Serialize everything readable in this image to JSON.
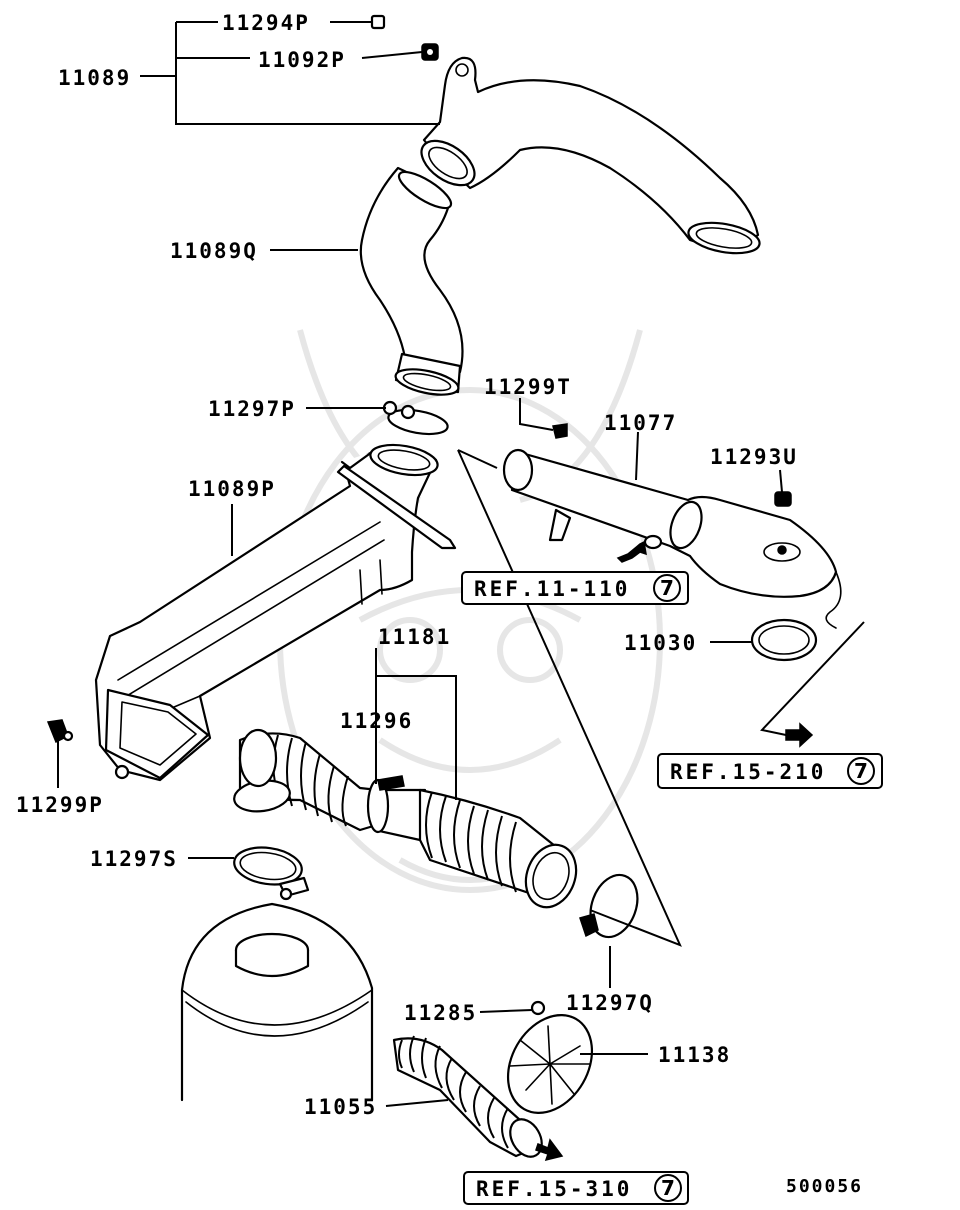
{
  "labels": {
    "p11089": "11089",
    "p11294P": "11294P",
    "p11092P": "11092P",
    "p11089Q": "11089Q",
    "p11297P": "11297P",
    "p11299T": "11299T",
    "p11077": "11077",
    "p11293U": "11293U",
    "p11089P": "11089P",
    "p11030": "11030",
    "p11181": "11181",
    "p11296": "11296",
    "p11299P": "11299P",
    "p11297S": "11297S",
    "p11297Q": "11297Q",
    "p11285": "11285",
    "p11138": "11138",
    "p11055": "11055"
  },
  "refs": {
    "ref1": {
      "text": "REF.11-110",
      "num": "7"
    },
    "ref2": {
      "text": "REF.15-210",
      "num": "7"
    },
    "ref3": {
      "text": "REF.15-310",
      "num": "7"
    }
  },
  "diagram_code": "500056"
}
